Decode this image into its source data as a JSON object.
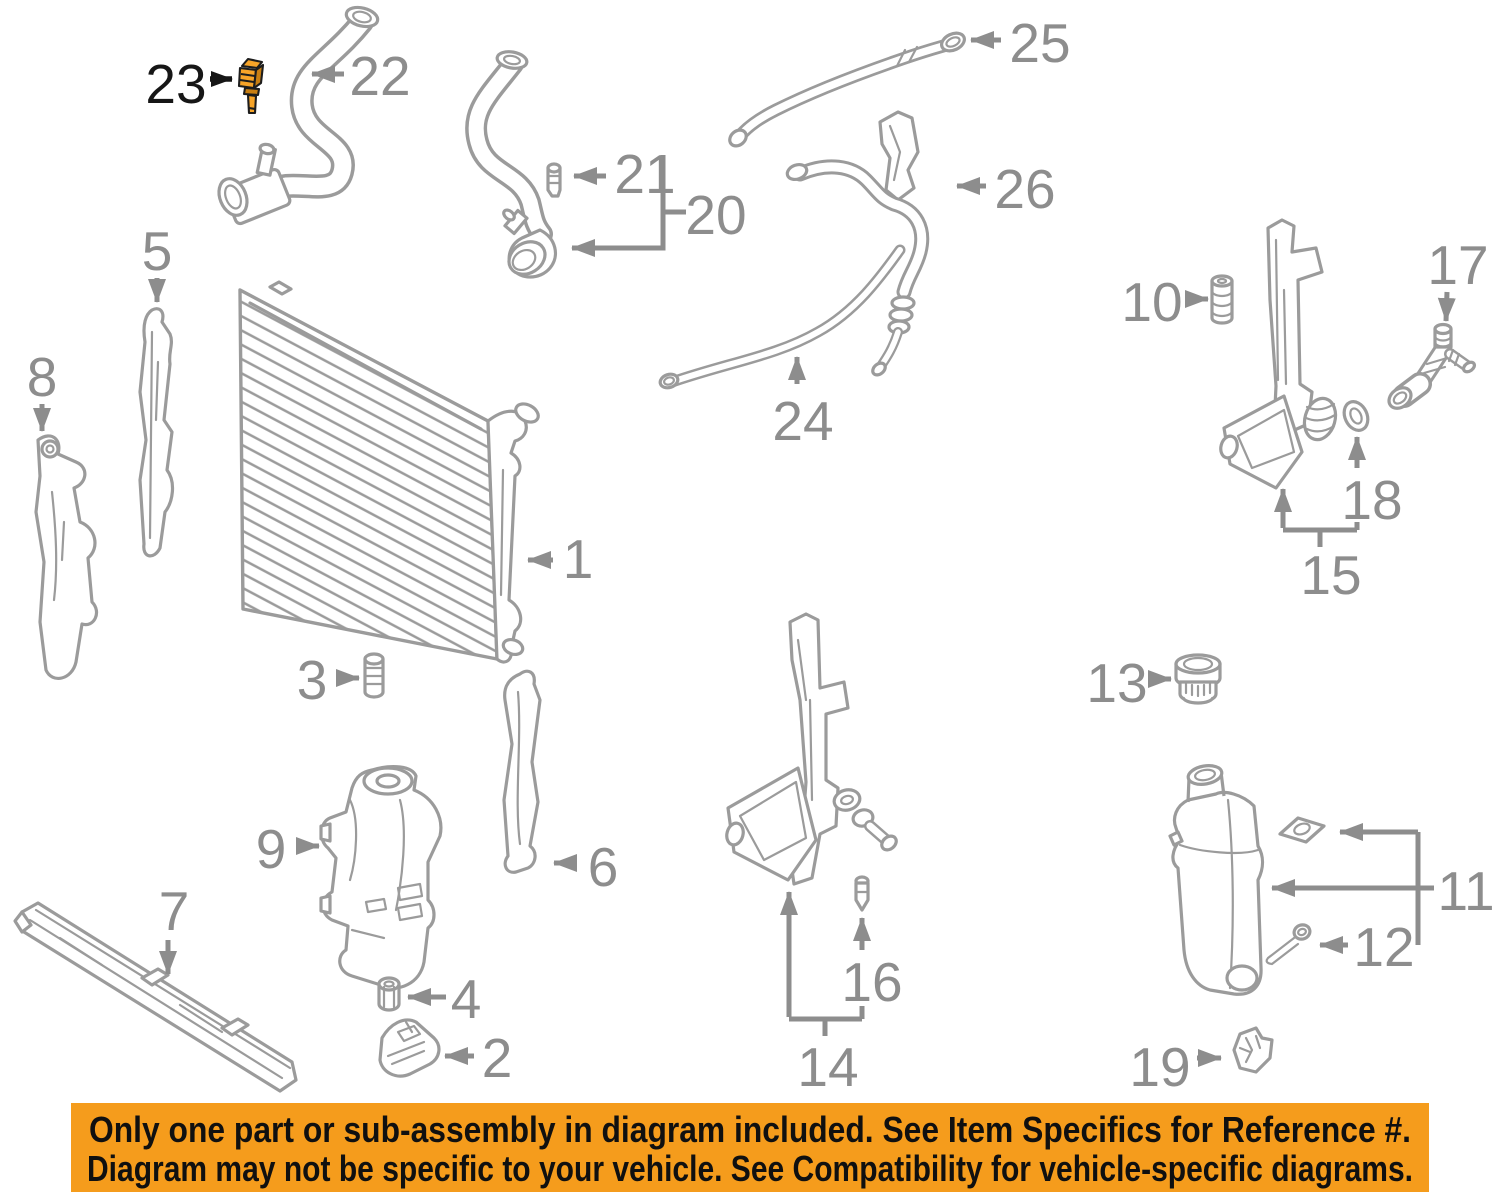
{
  "callouts": [
    "1",
    "2",
    "3",
    "4",
    "5",
    "6",
    "7",
    "8",
    "9",
    "10",
    "11",
    "12",
    "13",
    "14",
    "15",
    "16",
    "17",
    "18",
    "19",
    "20",
    "21",
    "22",
    "23",
    "24",
    "25",
    "26"
  ],
  "highlight": {
    "callout": "23"
  },
  "banner": {
    "line1": "Only one part or sub-assembly in diagram included. See Item Specifics for Reference #.",
    "line2": "Diagram may not be specific to your vehicle. See Compatibility for vehicle-specific diagrams.",
    "bg": "#F59C1C",
    "text_color": "#101010"
  },
  "colors": {
    "line": "#9b9b9b",
    "label": "#8d8d8d",
    "label_highlight": "#161616",
    "highlight_fill": "#F7A428",
    "highlight_shade": "#C97F12"
  }
}
